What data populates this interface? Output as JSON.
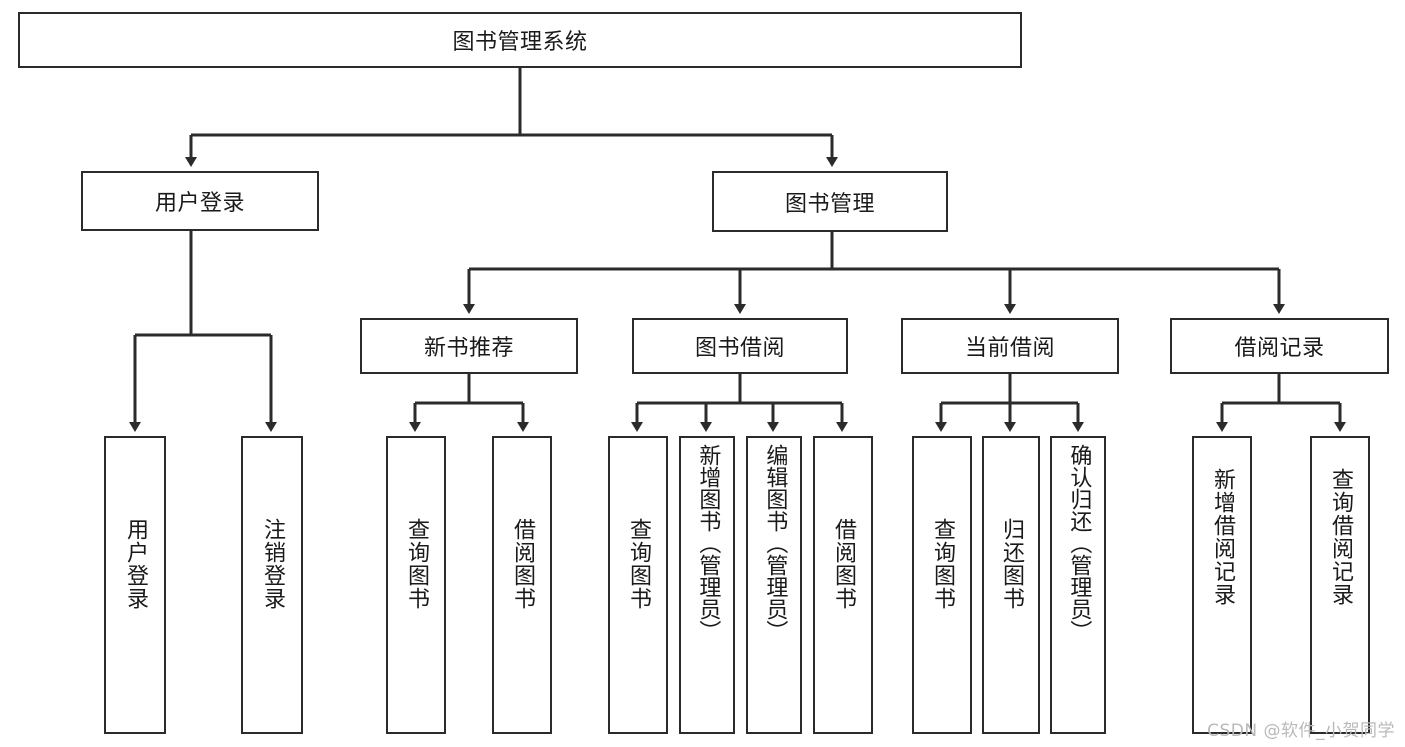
{
  "diagram": {
    "title": "图书管理系统",
    "type": "tree-hierarchy-chart",
    "background": "#ffffff",
    "line_color": "#2b2b2b",
    "text_color": "#1a1a1a"
  },
  "root": {
    "label": "图书管理系统"
  },
  "level1": [
    {
      "label": "用户登录"
    },
    {
      "label": "图书管理"
    }
  ],
  "level2": [
    {
      "label": "新书推荐"
    },
    {
      "label": "图书借阅"
    },
    {
      "label": "当前借阅"
    },
    {
      "label": "借阅记录"
    }
  ],
  "leaves": {
    "user_login": [
      {
        "label": "用户登录"
      },
      {
        "label": "注销登录"
      }
    ],
    "new_book": [
      {
        "label": "查询图书"
      },
      {
        "label": "借阅图书"
      }
    ],
    "book_borrow": [
      {
        "label": "查询图书"
      },
      {
        "label": "新增图书（管理员）"
      },
      {
        "label": "编辑图书（管理员）"
      },
      {
        "label": "借阅图书"
      }
    ],
    "current_borrow": [
      {
        "label": "查询图书"
      },
      {
        "label": "归还图书"
      },
      {
        "label": "确认归还（管理员）"
      }
    ],
    "borrow_record": [
      {
        "label": "新增借阅记录"
      },
      {
        "label": "查询借阅记录"
      }
    ]
  },
  "watermark": {
    "text": "CSDN @软件_小贺同学"
  }
}
